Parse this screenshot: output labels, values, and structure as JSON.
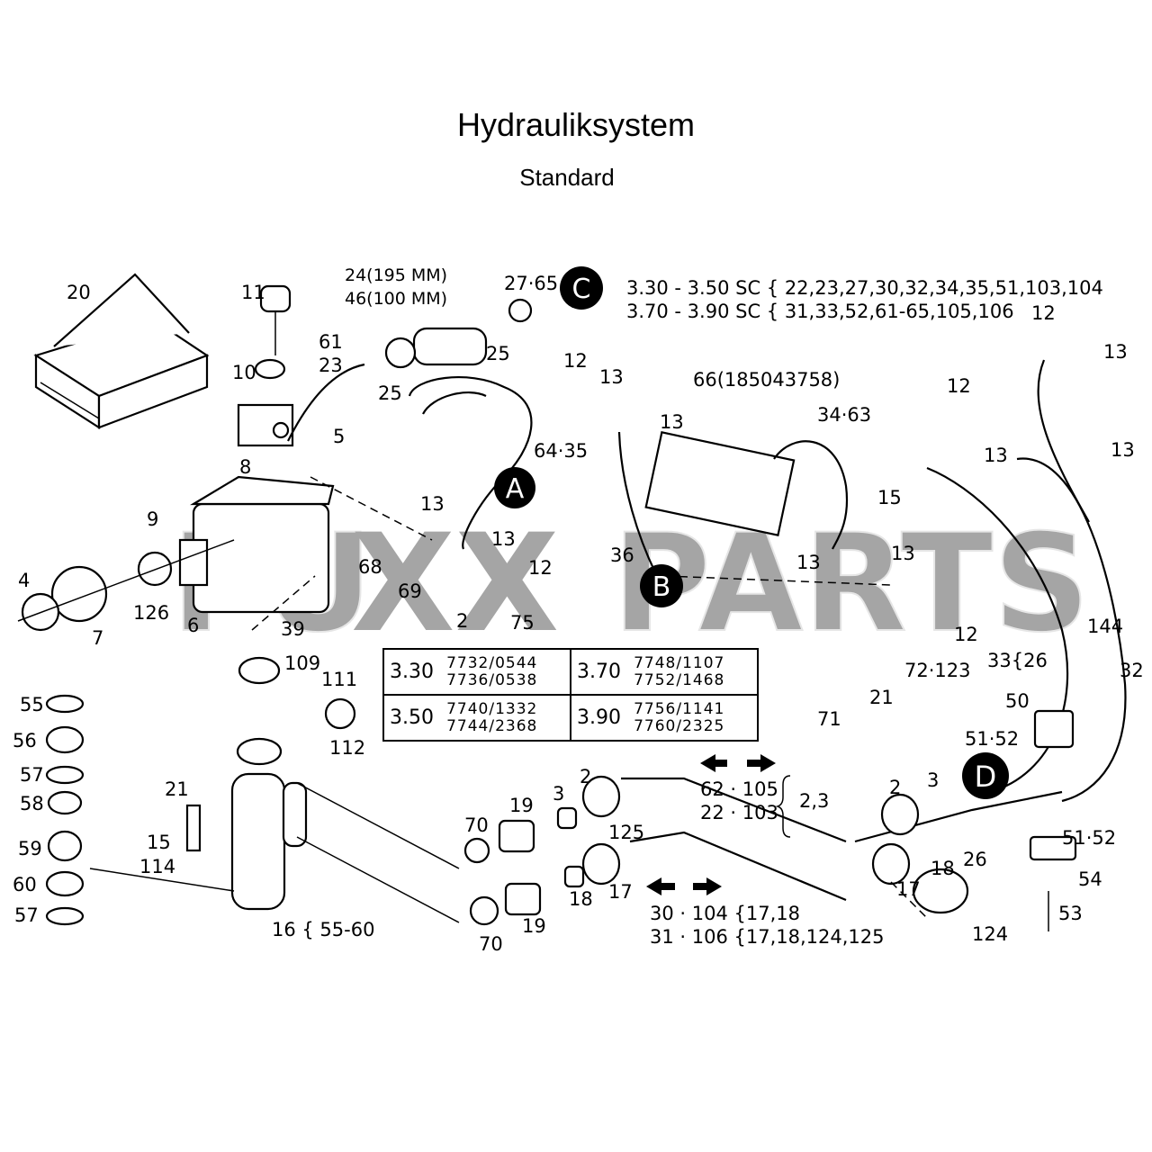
{
  "title": "Hydrauliksystem",
  "subtitle": "Standard",
  "watermark": "FUXXPARTS",
  "circle_labels": [
    "A",
    "B",
    "C",
    "D"
  ],
  "hose_notes": {
    "n24": "24(195 MM)",
    "n46": "46(100 MM)",
    "n2765": "27·65"
  },
  "model_notes": {
    "line1": "3.30 - 3.50 SC { 22,23,27,30,32,34,35,51,103,104",
    "line2": "3.70 - 3.90 SC { 31,33,52,61-65,105,106"
  },
  "part_labels": {
    "p20": "20",
    "p11": "11",
    "p10": "10",
    "p61": "61",
    "p23": "23",
    "p25a": "25",
    "p25b": "25",
    "p5": "5",
    "p8": "8",
    "p9": "9",
    "p4": "4",
    "p7": "7",
    "p126": "126",
    "p6": "6",
    "p68": "68",
    "p69": "69",
    "p13a": "13",
    "p13b": "13",
    "p12a": "12",
    "p2a": "2",
    "p75": "75",
    "p39": "39",
    "p109": "109",
    "p111": "111",
    "p112": "112",
    "p6435": "64·35",
    "p12b": "12",
    "p13c": "13",
    "p13d": "13",
    "p36": "36",
    "p66": "66(185043758)",
    "p3463": "34·63",
    "p15a": "15",
    "p13e": "13",
    "p13f": "13",
    "p12c": "12",
    "p72123": "72·123",
    "p71": "71",
    "p21a": "21",
    "p12d": "12",
    "p13g": "13",
    "p12e": "12",
    "p13h": "13",
    "p13i": "13",
    "p144": "144",
    "p3326": "33{26",
    "p32": "32",
    "p50": "50",
    "p5152a": "51·52",
    "p5152b": "51·52",
    "p54": "54",
    "p53": "53",
    "p55": "55",
    "p56": "56",
    "p57a": "57",
    "p58": "58",
    "p59": "59",
    "p60": "60",
    "p57b": "57",
    "p21b": "21",
    "p15b": "15",
    "p114": "114",
    "p16": "16 { 55-60",
    "p70a": "70",
    "p19a": "19",
    "p3a": "3",
    "p2b": "2",
    "p125": "125",
    "p70b": "70",
    "p19b": "19",
    "p18a": "18",
    "p17a": "17",
    "p2c": "2",
    "p3b": "3",
    "p17b": "17",
    "p18b": "18",
    "p26": "26",
    "p124": "124"
  },
  "pipe_notes": {
    "r1": "62 · 105",
    "r2": "22 · 103",
    "brace": "2,3",
    "r3": "30 · 104 {17,18",
    "r4": "31 · 106 {17,18,124,125"
  },
  "codes_table": [
    {
      "model": "3.30",
      "codes": [
        "7732/0544",
        "7736/0538"
      ]
    },
    {
      "model": "3.70",
      "codes": [
        "7748/1107",
        "7752/1468"
      ]
    },
    {
      "model": "3.50",
      "codes": [
        "7740/1332",
        "7744/2368"
      ]
    },
    {
      "model": "3.90",
      "codes": [
        "7756/1141",
        "7760/2325"
      ]
    }
  ]
}
